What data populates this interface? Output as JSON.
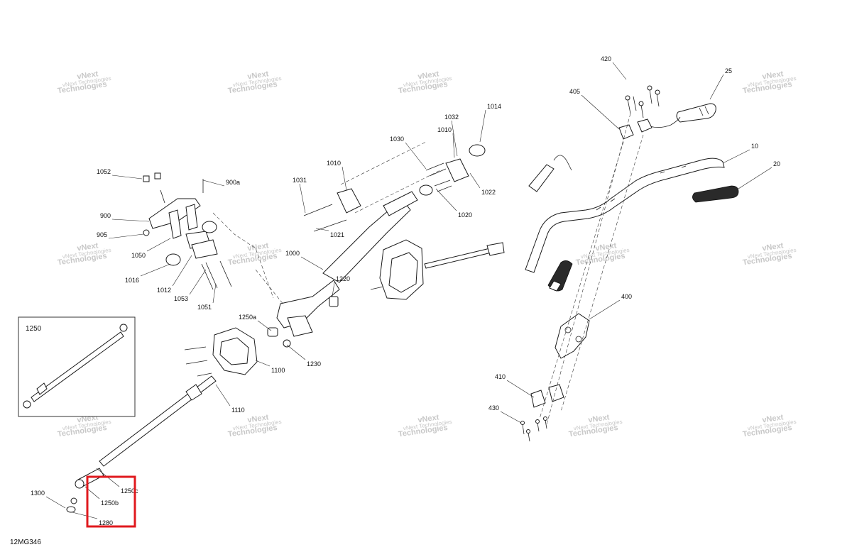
{
  "drawing_code": "12MG346",
  "watermark": {
    "line1": "vNext",
    "line2": "Technologies",
    "small": "vNext Technologies"
  },
  "inset_label": "1250",
  "labels": [
    {
      "id": "420",
      "text": "420"
    },
    {
      "id": "25",
      "text": "25"
    },
    {
      "id": "405",
      "text": "405"
    },
    {
      "id": "1014",
      "text": "1014"
    },
    {
      "id": "1032",
      "text": "1032"
    },
    {
      "id": "1010a",
      "text": "1010"
    },
    {
      "id": "1030",
      "text": "1030"
    },
    {
      "id": "10",
      "text": "10"
    },
    {
      "id": "20",
      "text": "20"
    },
    {
      "id": "1010b",
      "text": "1010"
    },
    {
      "id": "1031",
      "text": "1031"
    },
    {
      "id": "1022",
      "text": "1022"
    },
    {
      "id": "1052",
      "text": "1052"
    },
    {
      "id": "900a",
      "text": "900a"
    },
    {
      "id": "1020",
      "text": "1020"
    },
    {
      "id": "900",
      "text": "900"
    },
    {
      "id": "1021",
      "text": "1021"
    },
    {
      "id": "905",
      "text": "905"
    },
    {
      "id": "1050",
      "text": "1050"
    },
    {
      "id": "1000",
      "text": "1000"
    },
    {
      "id": "1016",
      "text": "1016"
    },
    {
      "id": "1012",
      "text": "1012"
    },
    {
      "id": "1220",
      "text": "1220"
    },
    {
      "id": "1053",
      "text": "1053"
    },
    {
      "id": "1051",
      "text": "1051"
    },
    {
      "id": "400",
      "text": "400"
    },
    {
      "id": "1250a",
      "text": "1250a"
    },
    {
      "id": "1230",
      "text": "1230"
    },
    {
      "id": "1100",
      "text": "1100"
    },
    {
      "id": "410",
      "text": "410"
    },
    {
      "id": "1110",
      "text": "1110"
    },
    {
      "id": "430",
      "text": "430"
    },
    {
      "id": "1300",
      "text": "1300"
    },
    {
      "id": "1250c",
      "text": "1250c"
    },
    {
      "id": "1250b",
      "text": "1250b"
    },
    {
      "id": "1280",
      "text": "1280"
    }
  ],
  "highlight": {
    "color": "#e0191e",
    "target": "1250b"
  }
}
